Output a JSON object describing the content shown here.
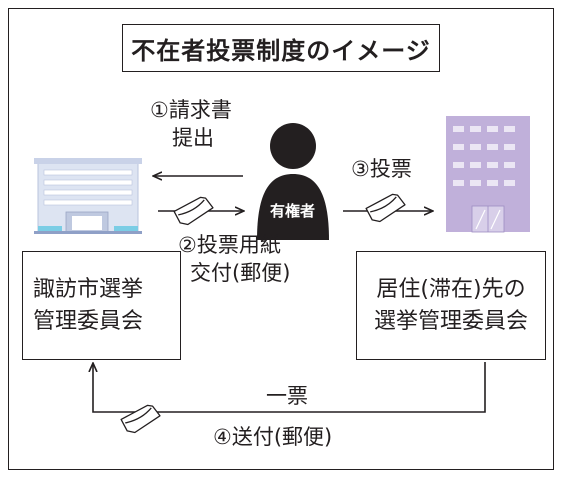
{
  "title": "不在者投票制度のイメージ",
  "voter": "有権者",
  "steps": {
    "step1_line1": "①請求書",
    "step1_line2": "提出",
    "step2_line1": "②投票用紙",
    "step2_line2": "交付(郵便)",
    "step3": "③投票",
    "step4": "④送付(郵便)",
    "ichihyo": "一票"
  },
  "boxes": {
    "left_line1": "諏訪市選挙",
    "left_line2": "管理委員会",
    "right_line1": "居住(滞在)先の",
    "right_line2": "選挙管理委員会"
  },
  "colors": {
    "left_building": "#dde4f2",
    "left_building_accent": "#7bcde5",
    "right_building": "#c0b0da",
    "right_building_window": "#ebe6f4",
    "voter_fill": "#231f20"
  },
  "icons": [
    "left-building-icon",
    "right-building-icon",
    "voter-silhouette-icon",
    "envelope-icon"
  ]
}
